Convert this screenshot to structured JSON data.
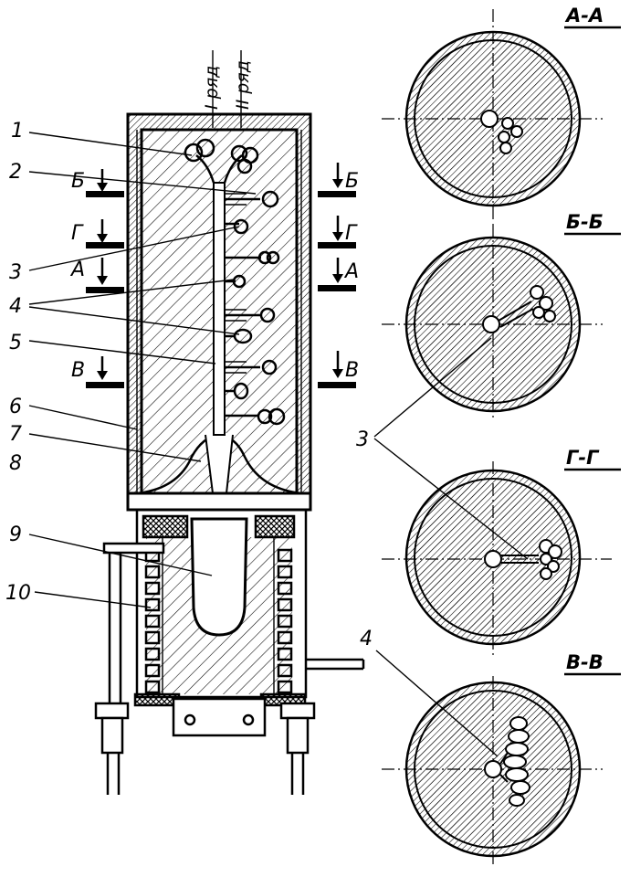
{
  "row_labels": {
    "row1": "I ряд",
    "row2": "II ряд"
  },
  "callouts": {
    "n1": "1",
    "n2": "2",
    "n3": "3",
    "n4": "4",
    "n5": "5",
    "n6": "6",
    "n7": "7",
    "n8": "8",
    "n9": "9",
    "n10": "10",
    "n3_right": "3",
    "n4_right": "4"
  },
  "section_marks": {
    "b": "Б",
    "g": "Г",
    "a": "А",
    "v": "В"
  },
  "section_titles": {
    "aa": "А-А",
    "bb": "Б-Б",
    "gg": "Г-Г",
    "vv": "В-В"
  }
}
